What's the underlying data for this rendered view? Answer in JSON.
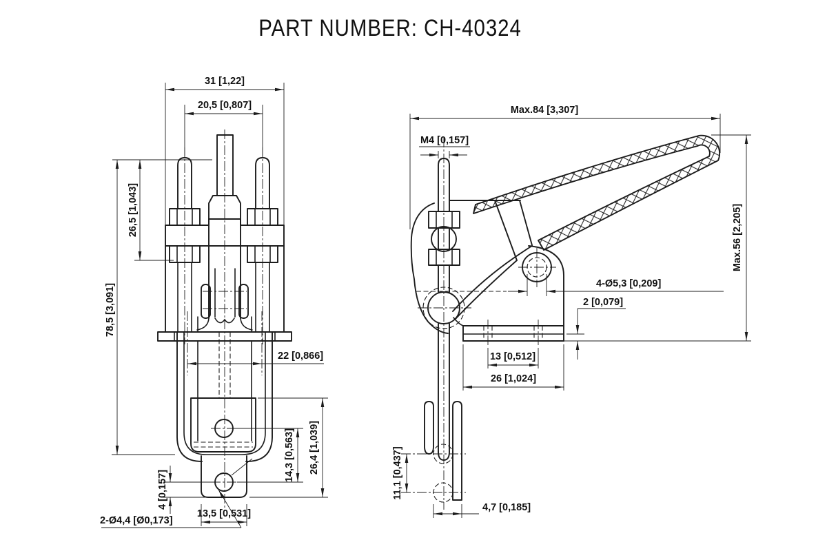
{
  "title": "PART NUMBER:  CH-40324",
  "front_view": {
    "dim_width_outer": "31 [1,22]",
    "dim_width_studs": "20,5 [0,807]",
    "dim_height_stud": "26,5 [1,043]",
    "dim_height_total": "78,5 [3,091]",
    "dim_width_frame": "22 [0,866]",
    "dim_hole_spacing": "14,3 [0,563]",
    "dim_bottom_height": "26,4 [1,039]",
    "dim_hole_edge": "4 [0,157]",
    "dim_tab_width": "13,5 [0,531]",
    "holes_callout": "2-Ø4,4 [Ø0,173]"
  },
  "side_view": {
    "dim_length_max": "Max.84 [3,307]",
    "thread_callout": "M4 [0,157]",
    "dim_height_max": "Max.56 [2,205]",
    "holes_callout": "4-Ø5,3 [0,209]",
    "dim_plate_step": "2 [0,079]",
    "dim_hole_pitch": "13 [0,512]",
    "dim_base_length": "26 [1,024]",
    "dim_hook_pitch": "11,1 [0,437]",
    "dim_hook_width": "4,7 [0,185]"
  },
  "colors": {
    "line": "#1c1c1c",
    "background": "#ffffff"
  }
}
